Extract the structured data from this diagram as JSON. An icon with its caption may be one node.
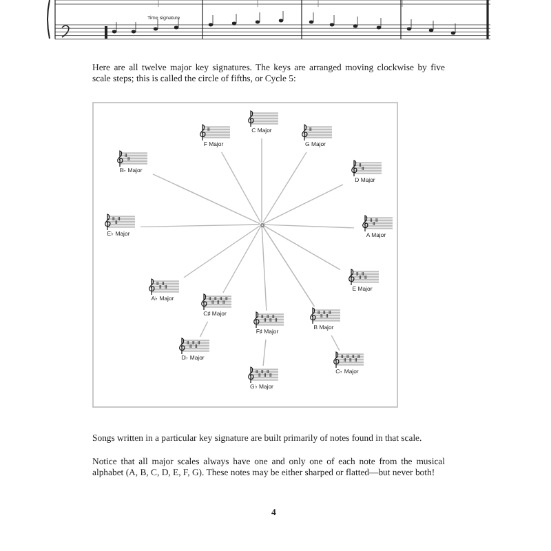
{
  "diagram": {
    "nodes": [
      {
        "text": [],
        "shape": "circle"
      },
      {
        "text": [
          "C Major"
        ]
      },
      {
        "text": [
          "G Major"
        ]
      },
      {
        "text": [
          "D Major"
        ]
      },
      {
        "text": [
          "A Major"
        ]
      },
      {
        "text": [
          "E Major"
        ]
      },
      {
        "text": [
          "B Major"
        ]
      },
      {
        "text": [
          "F♯ Major"
        ]
      },
      {
        "text": [
          "C♯ Major"
        ]
      },
      {
        "text": [
          "A♭ Major"
        ]
      },
      {
        "text": [
          "E♭ Major"
        ]
      },
      {
        "text": [
          "B♭ Major"
        ]
      },
      {
        "text": [
          "F Major"
        ]
      },
      {
        "text": [
          "D♭ Major"
        ]
      },
      {
        "text": [
          "G♭ Major"
        ]
      },
      {
        "text": [
          "C♭ Major"
        ]
      }
    ],
    "edges": [
      {
        "from": 0,
        "to": 1,
        "arrow": "none"
      },
      {
        "from": 0,
        "to": 2,
        "arrow": "none"
      },
      {
        "from": 0,
        "to": 3,
        "arrow": "none"
      },
      {
        "from": 0,
        "to": 4,
        "arrow": "none"
      },
      {
        "from": 0,
        "to": 5,
        "arrow": "none"
      },
      {
        "from": 0,
        "to": 6,
        "arrow": "none"
      },
      {
        "from": 0,
        "to": 7,
        "arrow": "none"
      },
      {
        "from": 0,
        "to": 8,
        "arrow": "none"
      },
      {
        "from": 0,
        "to": 9,
        "arrow": "none"
      },
      {
        "from": 0,
        "to": 10,
        "arrow": "none"
      },
      {
        "from": 0,
        "to": 11,
        "arrow": "none"
      },
      {
        "from": 0,
        "to": 12,
        "arrow": "none"
      },
      {
        "from": 8,
        "to": 13,
        "arrow": "none"
      },
      {
        "from": 7,
        "to": 14,
        "arrow": "none"
      },
      {
        "from": 6,
        "to": 15,
        "arrow": "none"
      }
    ],
    "labels": [
      "Time signature",
      "Here are all twelve major key signatures. The keys are arranged moving clockwise by five scale steps; this is called the circle of fifths, or Cycle 5:",
      "Songs written in a particular key signature are built primarily of notes found in that scale.",
      "Notice that all major scales always have one and only one of each note from the musical alphabet (A, B, C, D, E, F, G). These notes may be either sharped or flatted—but never both!",
      "4"
    ]
  }
}
